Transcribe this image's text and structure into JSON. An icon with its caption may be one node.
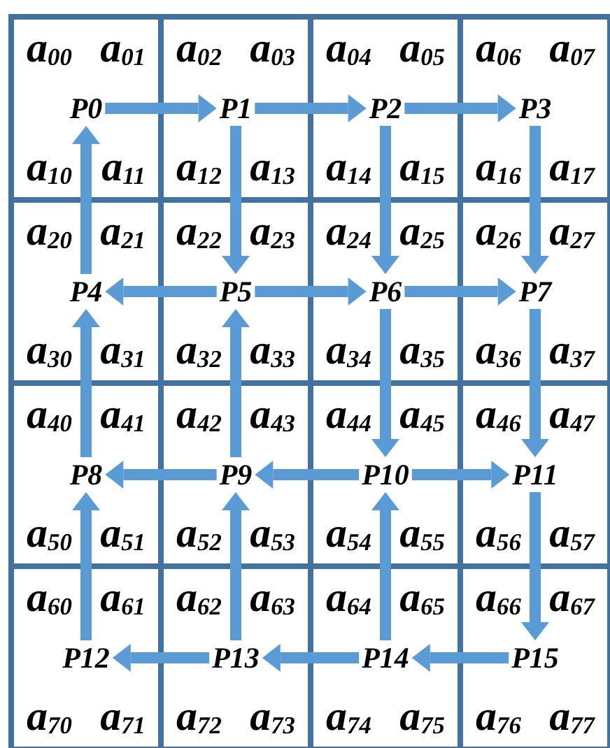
{
  "diagram": {
    "nodes": [
      {
        "text": [
          "a$_{00}$",
          "a$_{01}$",
          "a$_{10}$",
          "a$_{11}$"
        ]
      },
      {
        "text": [
          "P0"
        ],
        "in": 0
      },
      {
        "text": [
          "a$_{02}$",
          "a$_{03}$",
          "a$_{12}$",
          "a$_{13}$"
        ]
      },
      {
        "text": [
          "P1"
        ],
        "in": 2
      },
      {
        "text": [
          "a$_{04}$",
          "a$_{05}$",
          "a$_{14}$",
          "a$_{15}$"
        ]
      },
      {
        "text": [
          "P2"
        ],
        "in": 4
      },
      {
        "text": [
          "a$_{06}$",
          "a$_{07}$",
          "a$_{16}$",
          "a$_{17}$"
        ]
      },
      {
        "text": [
          "P3"
        ],
        "in": 6
      },
      {
        "text": [
          "a$_{20}$",
          "a$_{21}$",
          "a$_{30}$",
          "a$_{31}$"
        ]
      },
      {
        "text": [
          "P4"
        ],
        "in": 8
      },
      {
        "text": [
          "a$_{22}$",
          "a$_{23}$",
          "a$_{32}$",
          "a$_{33}$"
        ]
      },
      {
        "text": [
          "P5"
        ],
        "in": 10
      },
      {
        "text": [
          "a$_{24}$",
          "a$_{25}$",
          "a$_{34}$",
          "a$_{35}$"
        ]
      },
      {
        "text": [
          "P6"
        ],
        "in": 12
      },
      {
        "text": [
          "a$_{26}$",
          "a$_{27}$",
          "a$_{36}$",
          "a$_{37}$"
        ]
      },
      {
        "text": [
          "P7"
        ],
        "in": 14
      },
      {
        "text": [
          "a$_{40}$",
          "a$_{41}$",
          "a$_{50}$",
          "a$_{51}$"
        ]
      },
      {
        "text": [
          "P8"
        ],
        "in": 16
      },
      {
        "text": [
          "a$_{42}$",
          "a$_{43}$",
          "a$_{52}$",
          "a$_{53}$"
        ]
      },
      {
        "text": [
          "P9"
        ],
        "in": 18
      },
      {
        "text": [
          "a$_{44}$",
          "a$_{45}$",
          "a$_{54}$",
          "a$_{55}$"
        ]
      },
      {
        "text": [
          "P10"
        ],
        "in": 20
      },
      {
        "text": [
          "a$_{46}$",
          "a$_{47}$",
          "a$_{56}$",
          "a$_{57}$"
        ]
      },
      {
        "text": [
          "P11"
        ],
        "in": 22
      },
      {
        "text": [
          "a$_{60}$",
          "a$_{61}$",
          "a$_{70}$",
          "a$_{71}$"
        ]
      },
      {
        "text": [
          "P12"
        ],
        "in": 24
      },
      {
        "text": [
          "a$_{62}$",
          "a$_{63}$",
          "a$_{72}$",
          "a$_{73}$"
        ]
      },
      {
        "text": [
          "P13"
        ],
        "in": 26
      },
      {
        "text": [
          "a$_{64}$",
          "a$_{65}$",
          "a$_{74}$",
          "a$_{75}$"
        ]
      },
      {
        "text": [
          "P14"
        ],
        "in": 28
      },
      {
        "text": [
          "a$_{66}$",
          "a$_{67}$",
          "a$_{76}$",
          "a$_{77}$"
        ]
      },
      {
        "text": [
          "P15"
        ],
        "in": 30
      }
    ],
    "edges": [
      {
        "from": 1,
        "to": 3,
        "arrow": "to"
      },
      {
        "from": 3,
        "to": 5,
        "arrow": "to"
      },
      {
        "from": 5,
        "to": 7,
        "arrow": "to"
      },
      {
        "from": 3,
        "to": 11,
        "arrow": "to"
      },
      {
        "from": 5,
        "to": 13,
        "arrow": "to"
      },
      {
        "from": 7,
        "to": 15,
        "arrow": "to"
      },
      {
        "from": 9,
        "to": 1,
        "arrow": "to"
      },
      {
        "from": 11,
        "to": 9,
        "arrow": "to"
      },
      {
        "from": 11,
        "to": 13,
        "arrow": "to"
      },
      {
        "from": 13,
        "to": 15,
        "arrow": "to"
      },
      {
        "from": 13,
        "to": 21,
        "arrow": "to"
      },
      {
        "from": 15,
        "to": 23,
        "arrow": "to"
      },
      {
        "from": 17,
        "to": 9,
        "arrow": "to"
      },
      {
        "from": 19,
        "to": 11,
        "arrow": "to"
      },
      {
        "from": 19,
        "to": 17,
        "arrow": "to"
      },
      {
        "from": 21,
        "to": 19,
        "arrow": "to"
      },
      {
        "from": 21,
        "to": 23,
        "arrow": "to"
      },
      {
        "from": 23,
        "to": 31,
        "arrow": "to"
      },
      {
        "from": 25,
        "to": 17,
        "arrow": "to"
      },
      {
        "from": 27,
        "to": 19,
        "arrow": "to"
      },
      {
        "from": 27,
        "to": 25,
        "arrow": "to"
      },
      {
        "from": 29,
        "to": 27,
        "arrow": "to"
      },
      {
        "from": 29,
        "to": 21,
        "arrow": "to"
      },
      {
        "from": 31,
        "to": 29,
        "arrow": "to"
      }
    ]
  }
}
